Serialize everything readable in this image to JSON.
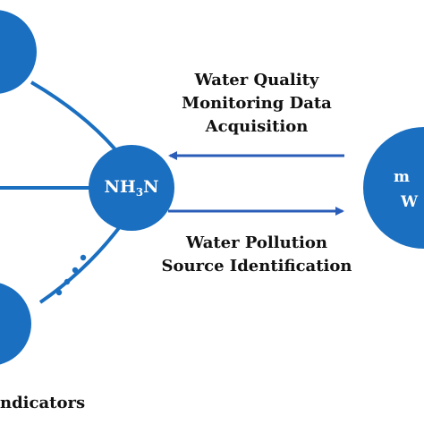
{
  "colors": {
    "node_fill": "#1a6fc0",
    "arrow": "#2a5db8",
    "text": "#111111"
  },
  "nodes": {
    "center_indicator": {
      "base": "NH",
      "subscript": "3",
      "suffix": "N"
    },
    "right_node": {
      "line1": "m",
      "line2": "W"
    }
  },
  "arrows": {
    "top_caption": [
      "Water Quality",
      "Monitoring Data",
      "Acquisition"
    ],
    "bottom_caption": [
      "Water Pollution",
      "Source Identification"
    ]
  },
  "footer": {
    "indicators_label": "ndicators"
  }
}
